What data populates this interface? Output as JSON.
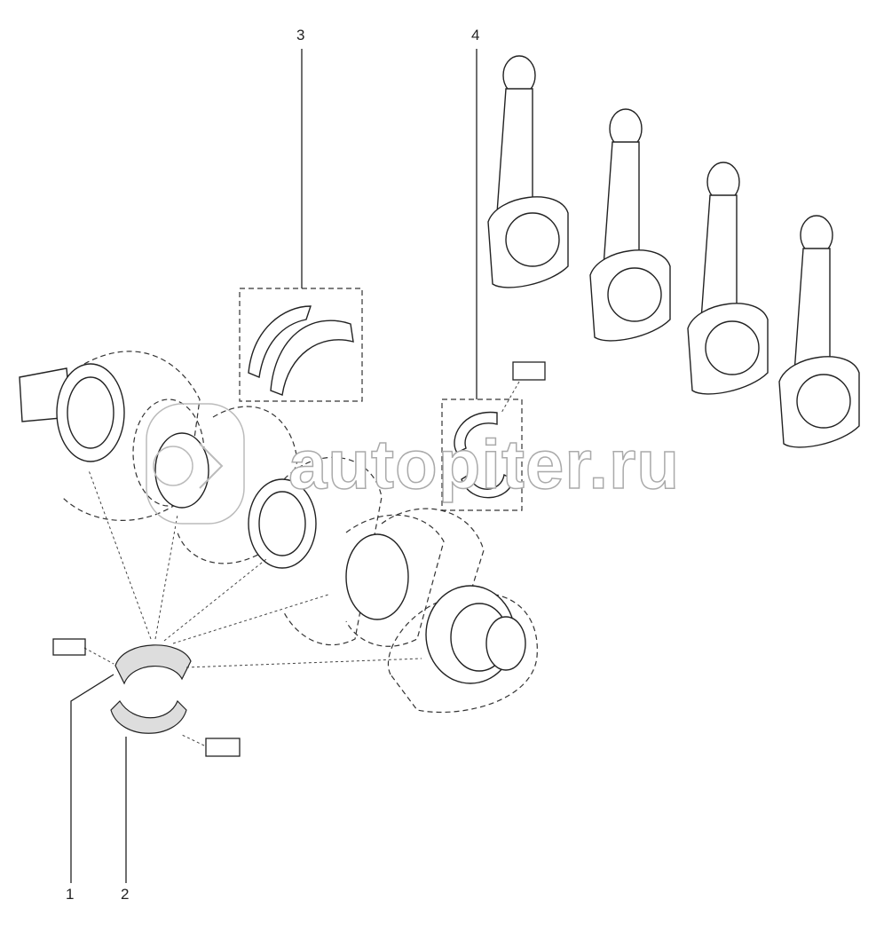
{
  "callouts": [
    {
      "number": "1"
    },
    {
      "number": "2"
    },
    {
      "number": "3"
    },
    {
      "number": "4"
    }
  ],
  "watermark": "autopiter.ru"
}
